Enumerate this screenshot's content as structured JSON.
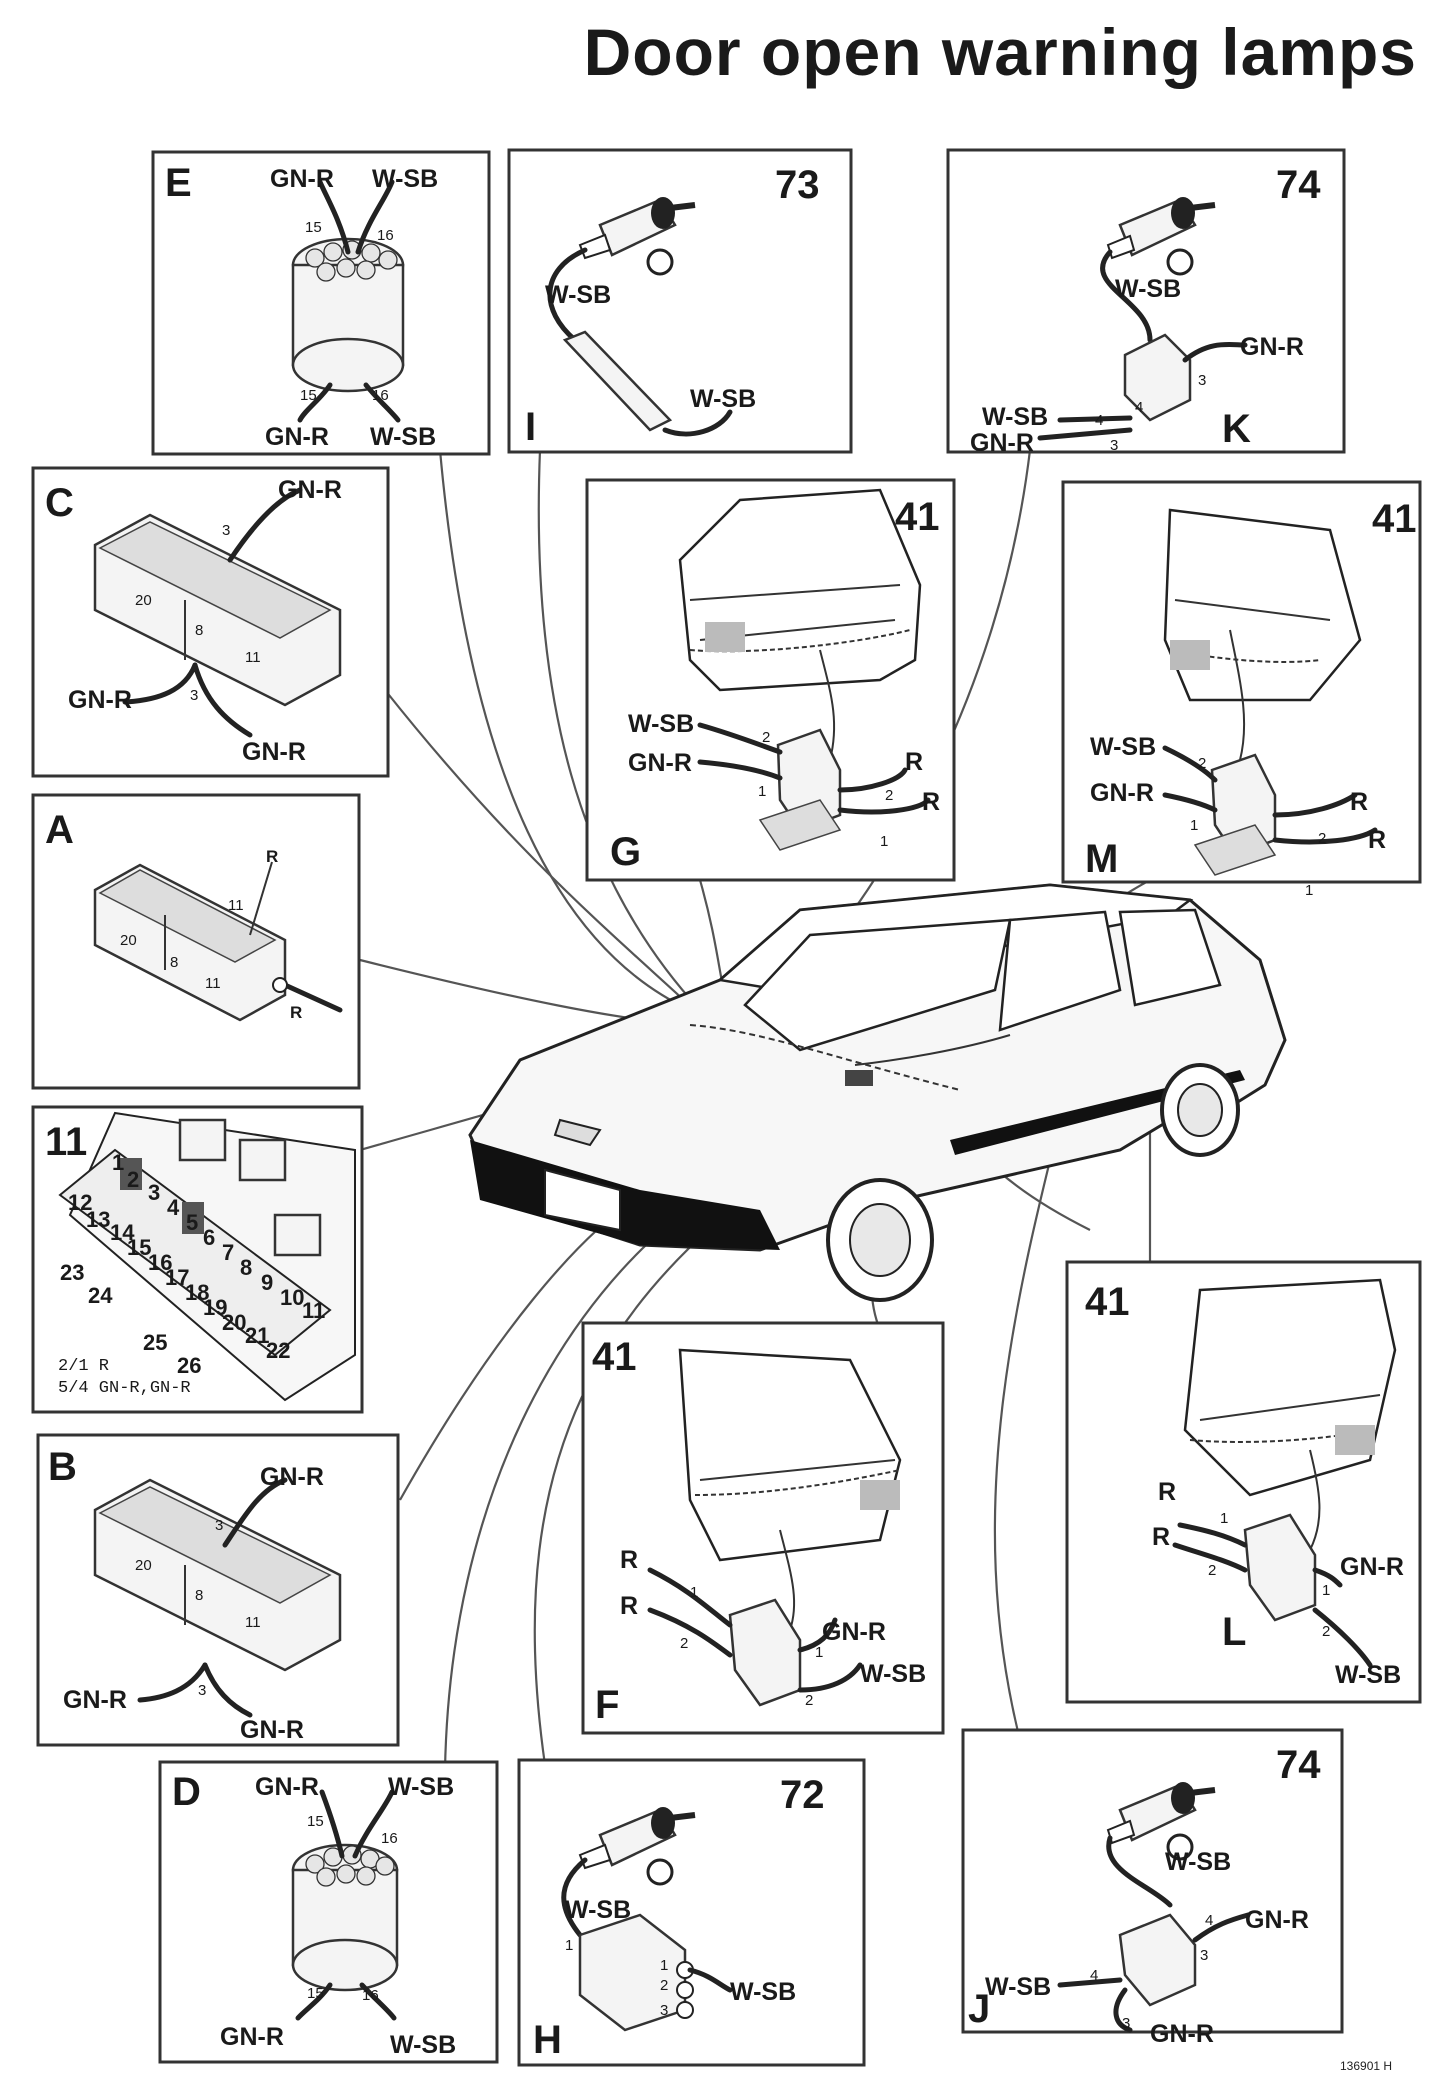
{
  "title": "Door open warning lamps",
  "code": "136901 H",
  "panels": {
    "E": {
      "letter": "E",
      "wires": [
        "GN-R",
        "W-SB",
        "GN-R",
        "W-SB"
      ],
      "pins": [
        "15",
        "16",
        "15",
        "16"
      ]
    },
    "I": {
      "letter": "I",
      "number": "73",
      "wires": [
        "W-SB",
        "W-SB"
      ]
    },
    "K": {
      "letter": "K",
      "number": "74",
      "wires": [
        "W-SB",
        "GN-R",
        "W-SB",
        "GN-R"
      ],
      "pins": [
        "4",
        "3",
        "4",
        "3"
      ]
    },
    "C": {
      "letter": "C",
      "wires": [
        "GN-R",
        "GN-R",
        "GN-R"
      ],
      "pins": [
        "3",
        "20",
        "8",
        "11",
        "3"
      ]
    },
    "G": {
      "letter": "G",
      "number": "41",
      "wires": [
        "W-SB",
        "GN-R",
        "R",
        "R"
      ],
      "pins": [
        "2",
        "1",
        "2",
        "1"
      ]
    },
    "M": {
      "letter": "M",
      "number": "41",
      "wires": [
        "W-SB",
        "GN-R",
        "R",
        "R"
      ],
      "pins": [
        "2",
        "1",
        "2",
        "1"
      ]
    },
    "A": {
      "letter": "A",
      "wires": [
        "R",
        "R"
      ],
      "pins": [
        "11",
        "20",
        "8",
        "11"
      ]
    },
    "F11": {
      "number": "11",
      "fuses": [
        "1",
        "2",
        "3",
        "4",
        "5",
        "6",
        "7",
        "8",
        "9",
        "10",
        "11",
        "12",
        "13",
        "14",
        "15",
        "16",
        "17",
        "18",
        "19",
        "20",
        "21",
        "22",
        "23",
        "24",
        "25",
        "26"
      ],
      "note1": "2/1  R",
      "note2": "5/4  GN-R,GN-R"
    },
    "B": {
      "letter": "B",
      "wires": [
        "GN-R",
        "GN-R",
        "GN-R"
      ],
      "pins": [
        "3",
        "20",
        "8",
        "11",
        "3"
      ]
    },
    "F": {
      "letter": "F",
      "number": "41",
      "wires": [
        "R",
        "R",
        "GN-R",
        "W-SB"
      ],
      "pins": [
        "1",
        "2",
        "2",
        "1"
      ]
    },
    "L": {
      "letter": "L",
      "number": "41",
      "wires": [
        "R",
        "R",
        "GN-R",
        "W-SB"
      ],
      "pins": [
        "1",
        "2",
        "1",
        "2"
      ]
    },
    "D": {
      "letter": "D",
      "wires": [
        "GN-R",
        "W-SB",
        "GN-R",
        "W-SB"
      ],
      "pins": [
        "15",
        "16",
        "15",
        "16"
      ]
    },
    "H": {
      "letter": "H",
      "number": "72",
      "wires": [
        "W-SB",
        "W-SB"
      ],
      "pins": [
        "1",
        "2",
        "3",
        "1"
      ]
    },
    "J": {
      "letter": "J",
      "number": "74",
      "wires": [
        "W-SB",
        "GN-R",
        "W-SB",
        "GN-R"
      ],
      "pins": [
        "4",
        "3",
        "4",
        "3"
      ]
    }
  }
}
